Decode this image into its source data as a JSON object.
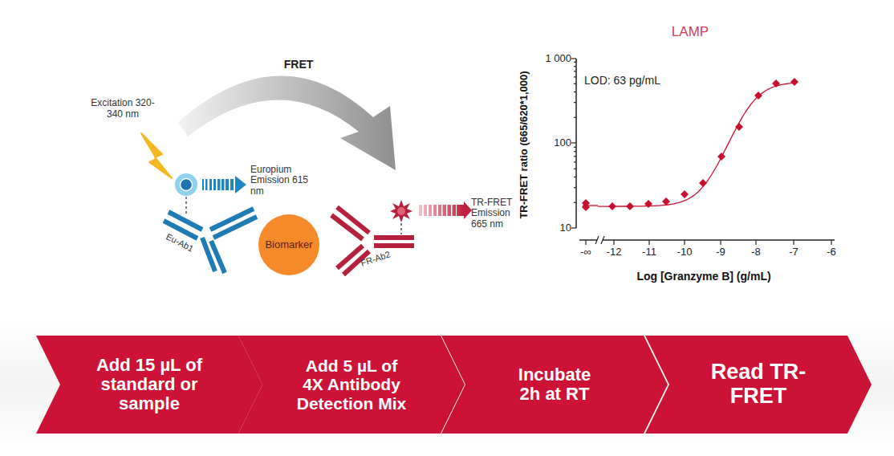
{
  "diagram": {
    "nodes": [
      {
        "text": [
          "Biomarker"
        ]
      },
      {
        "text": [
          "Add 15 µL of standard or sample"
        ]
      },
      {
        "text": [
          "Add 5 µL of 4X Antibody Detection Mix"
        ]
      },
      {
        "text": [
          "Incubate 2h at RT"
        ]
      },
      {
        "text": [
          "Read TR-FRET"
        ]
      }
    ],
    "labels": [
      "FRET",
      "Excitation 320-340 nm",
      "Europium Emission 615 nm",
      "Eu-Ab1",
      "FR-Ab2",
      "TR-FRET Emission 665 nm",
      "LAMP",
      "LOD: 63 pg/mL",
      "TR-FRET ratio (665/620*1,000)",
      "Log [Granzyme B] (g/mL)",
      "1 000",
      "100",
      "10",
      "-∞",
      "-12",
      "-11",
      "-10",
      "-9",
      "-8",
      "-7",
      "-6"
    ]
  }
}
